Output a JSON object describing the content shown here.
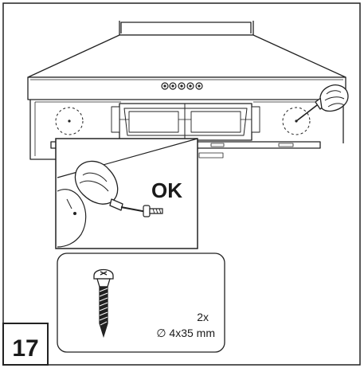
{
  "step": {
    "number": "17"
  },
  "detail": {
    "check_label": "OK"
  },
  "screw": {
    "quantity": "2x",
    "size": "∅ 4x35 mm"
  }
}
